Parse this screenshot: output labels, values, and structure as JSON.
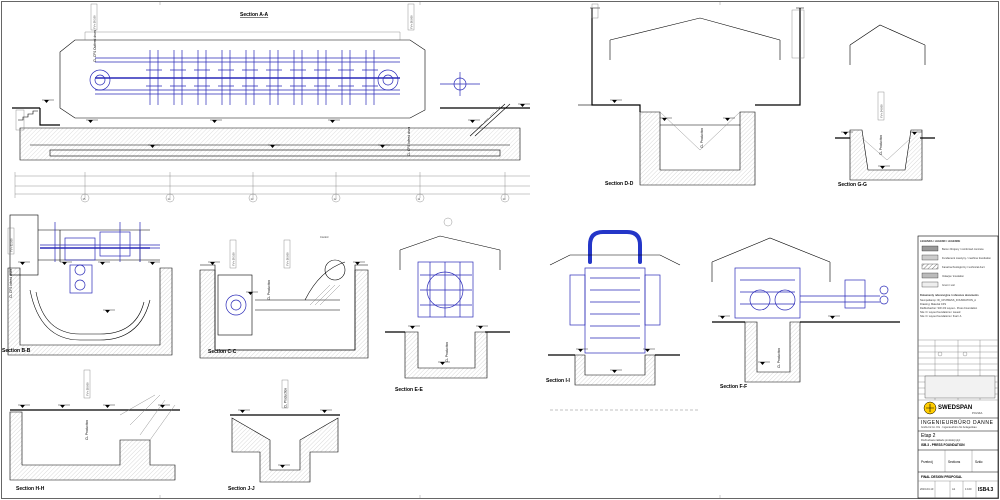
{
  "sections": {
    "a": "Section A-A",
    "b": "Section B-B",
    "c": "Section C-C",
    "d": "Section D-D",
    "e": "Section E-E",
    "f": "Section F-F",
    "g": "Section G-G",
    "h": "Section H-H",
    "i": "Section I-I",
    "j": "Section J-J"
  },
  "annotations": {
    "cl_cfs_outlet": "CL CFS Outfeed drum",
    "cl_cfs_infeed": "CL CFS Infeed drum",
    "cl_production": "CL Production",
    "cl_cfs_infeed_drum": "CL CFS Infeed drum",
    "yv_value_1": "YV+ 59.100",
    "yv_value_2": "YV+ 56.000",
    "yv_value_3": "YV+ 54.000",
    "yv_value_4": "YV+ 62.500",
    "yv_value_5": "YV+ 58.000",
    "control": "Control"
  },
  "axes": [
    "15",
    "14",
    "13",
    "12",
    "11",
    "10"
  ],
  "title_block": {
    "company": "SWEDSPAN",
    "company_sub": "POLSKA",
    "engineer": "INGENIEURBÜRO DANNE",
    "engineer_address": "GmbH & Co. KG · Ingenieurbüro für Anlagenbau",
    "project": "Etap 2",
    "project_desc": "Rozbudowa zakładu produkcji płyt",
    "drawing": "ISB.3 - PRESS FOUNDATION",
    "field_a": "Przekrój",
    "field_b": "Sections",
    "field_c": "Szkic",
    "status": "FINAL DESIGN PROPOSAL",
    "scale": "1:100",
    "drawing_no": "ISB4.3",
    "date": "2016-03-10",
    "revision": "A1"
  },
  "legend": {
    "heading": "LEGENDA / LEGEND / LEGENDE",
    "items": [
      "Beton zbrojony / reinforced concrete",
      "Fundament maszyny / machine foundation",
      "Kanał technologiczny / technical duct",
      "Izolacja / insulation",
      "Grunt / soil"
    ],
    "notes_heading": "Dokumenty referencyjne / reference documents",
    "notes": [
      "Siempelkamp: ID_CP-PRESS_FOUNDATION_A",
      "Drawing: Material CFS",
      "Dieffenbacher: SW 2/3 Layout - Press Foundation",
      "Site 3 / Layout foundations / issued",
      "Site 3 / Layout foundations / final / A"
    ]
  }
}
